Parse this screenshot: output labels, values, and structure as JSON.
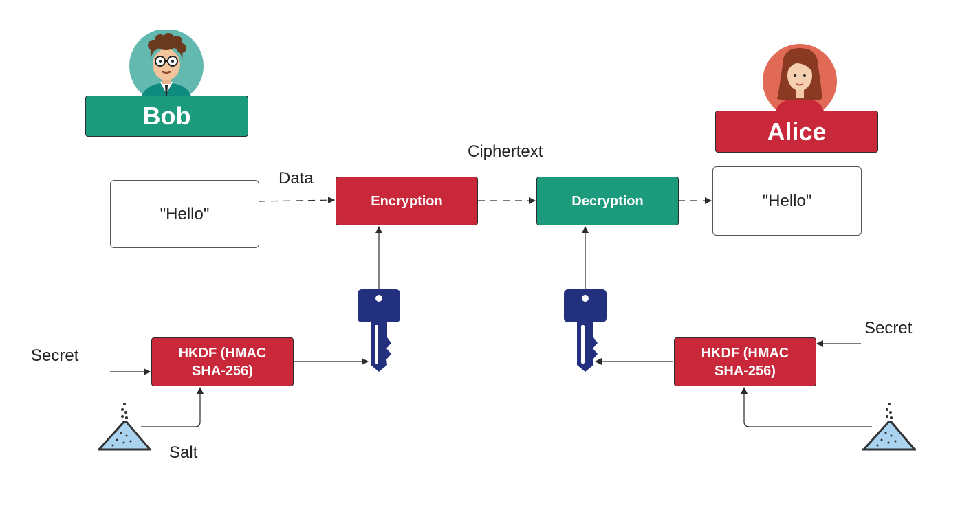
{
  "colors": {
    "red": "#c8283a",
    "teal": "#1b9a7c",
    "key": "#23307e",
    "salt": "#a9d3ef"
  },
  "bob": {
    "name": "Bob",
    "avatar_icon": "man-avatar-icon"
  },
  "alice": {
    "name": "Alice",
    "avatar_icon": "woman-avatar-icon"
  },
  "plaintext_left": "\"Hello\"",
  "plaintext_right": "\"Hello\"",
  "labels": {
    "data": "Data",
    "ciphertext": "Ciphertext",
    "secret_left": "Secret",
    "secret_right": "Secret",
    "salt": "Salt"
  },
  "encryption": "Encryption",
  "decryption": "Decryption",
  "hkdf_left": {
    "line1": "HKDF (HMAC",
    "line2": "SHA-256)"
  },
  "hkdf_right": {
    "line1": "HKDF (HMAC",
    "line2": "SHA-256)"
  }
}
